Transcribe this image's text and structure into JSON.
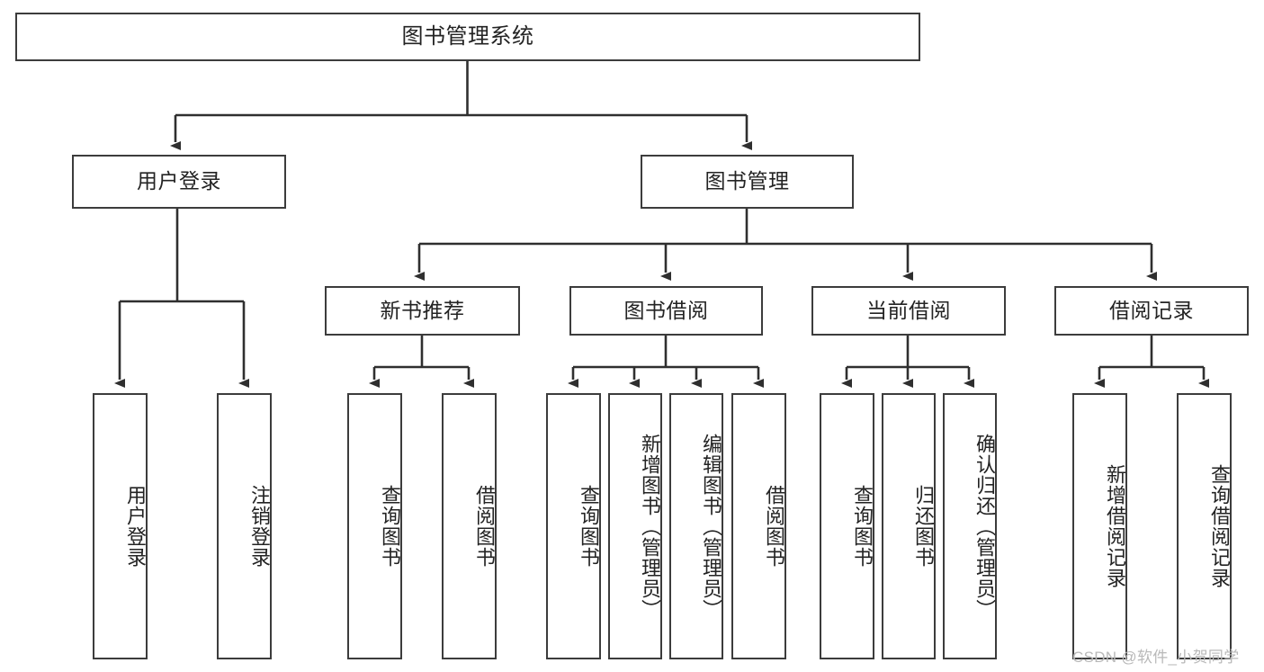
{
  "diagram": {
    "title": "图书管理系统",
    "type": "tree-hierarchy",
    "stroke_color": "#3c3c3c",
    "text_color": "#232323",
    "background_color": "#ffffff"
  },
  "nodes": {
    "root": {
      "label": "图书管理系统"
    },
    "level2": [
      {
        "label": "用户登录"
      },
      {
        "label": "图书管理"
      }
    ],
    "level3": [
      {
        "label": "新书推荐"
      },
      {
        "label": "图书借阅"
      },
      {
        "label": "当前借阅"
      },
      {
        "label": "借阅记录"
      }
    ],
    "leaves_user_login": [
      {
        "label": "用户登录"
      },
      {
        "label": "注销登录"
      }
    ],
    "leaves_new_book": [
      {
        "label": "查询图书"
      },
      {
        "label": "借阅图书"
      }
    ],
    "leaves_borrow": [
      {
        "label": "查询图书"
      },
      {
        "label": "新增图书（管理员）"
      },
      {
        "label": "编辑图书（管理员）"
      },
      {
        "label": "借阅图书"
      }
    ],
    "leaves_current": [
      {
        "label": "查询图书"
      },
      {
        "label": "归还图书"
      },
      {
        "label": "确认归还（管理员）"
      }
    ],
    "leaves_records": [
      {
        "label": "新增借阅记录"
      },
      {
        "label": "查询借阅记录"
      }
    ]
  },
  "watermark": {
    "text": "CSDN @软件_小贺同学"
  }
}
